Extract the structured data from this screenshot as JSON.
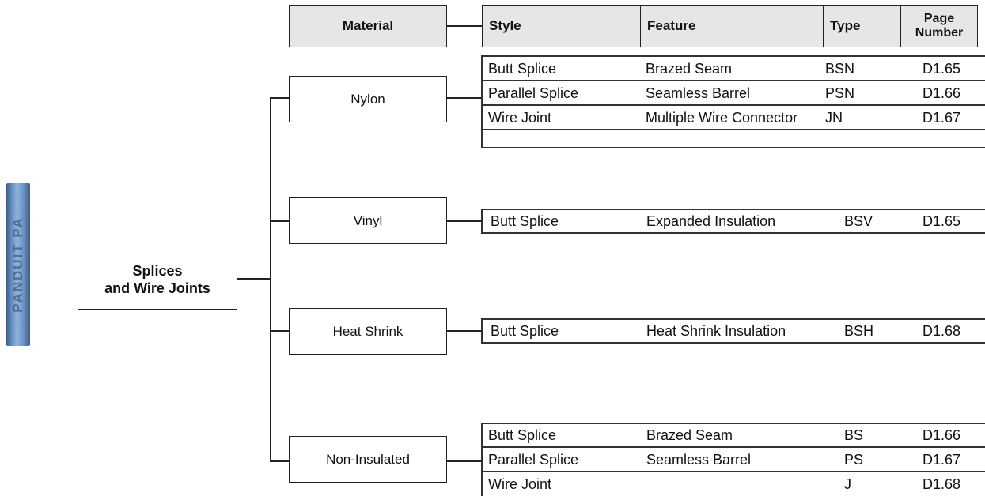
{
  "product_image": {
    "icon": "splice-connector-photo",
    "imprint": "PANDUIT PA"
  },
  "root": {
    "line1": "Splices",
    "line2": "and Wire Joints"
  },
  "headers": {
    "material": "Material",
    "style": "Style",
    "feature": "Feature",
    "type": "Type",
    "page_line1": "Page",
    "page_line2": "Number"
  },
  "groups": [
    {
      "material": "Nylon",
      "rows": [
        {
          "style": "Butt Splice",
          "feature": "Brazed Seam",
          "type": "BSN",
          "page": "D1.65"
        },
        {
          "style": "Parallel Splice",
          "feature": "Seamless Barrel",
          "type": "PSN",
          "page": "D1.66"
        },
        {
          "style": "Wire Joint",
          "feature": "Multiple Wire Connector",
          "type": "JN",
          "page": "D1.67"
        }
      ]
    },
    {
      "material": "Vinyl",
      "rows": [
        {
          "style": "Butt Splice",
          "feature": "Expanded Insulation",
          "type": "BSV",
          "page": "D1.65"
        }
      ]
    },
    {
      "material": "Heat Shrink",
      "rows": [
        {
          "style": "Butt Splice",
          "feature": "Heat Shrink Insulation",
          "type": "BSH",
          "page": "D1.68"
        }
      ]
    },
    {
      "material": "Non-Insulated",
      "rows": [
        {
          "style": "Butt Splice",
          "feature": "Brazed Seam",
          "type": "BS",
          "page": "D1.66"
        },
        {
          "style": "Parallel Splice",
          "feature": "Seamless Barrel",
          "type": "PS",
          "page": "D1.67"
        },
        {
          "style": "Wire Joint",
          "feature": "",
          "type": "J",
          "page": "D1.68"
        }
      ]
    }
  ]
}
